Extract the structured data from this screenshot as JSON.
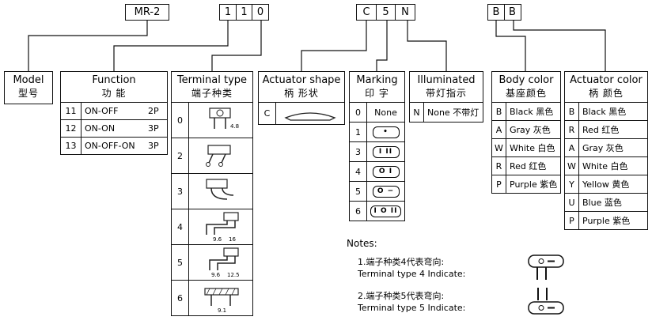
{
  "code": {
    "model": "MR-2",
    "group1": [
      "1",
      "1",
      "0"
    ],
    "group2": [
      "C",
      "5",
      "N"
    ],
    "group3": [
      "B",
      "B"
    ]
  },
  "model_table": {
    "title": "Model",
    "title_zh": "型号"
  },
  "function_table": {
    "title": "Function",
    "title_zh": "功 能",
    "rows": [
      {
        "code": "11",
        "label": "ON-OFF",
        "poles": "2P"
      },
      {
        "code": "12",
        "label": "ON-ON",
        "poles": "3P"
      },
      {
        "code": "13",
        "label": "ON-OFF-ON",
        "poles": "3P"
      }
    ]
  },
  "terminal_table": {
    "title": "Terminal type",
    "title_zh": "端子种类",
    "rows": [
      {
        "code": "0",
        "dims": [
          "4.8"
        ]
      },
      {
        "code": "2",
        "dims": []
      },
      {
        "code": "3",
        "dims": []
      },
      {
        "code": "4",
        "dims": [
          "9.6",
          "16"
        ]
      },
      {
        "code": "5",
        "dims": [
          "9.6",
          "12.5"
        ]
      },
      {
        "code": "6",
        "dims": [
          "9.1"
        ]
      }
    ]
  },
  "actuator_shape_table": {
    "title": "Actuator shape",
    "title_zh": "柄 形状",
    "rows": [
      {
        "code": "C"
      }
    ]
  },
  "marking_table": {
    "title": "Marking",
    "title_zh": "印 字",
    "rows": [
      {
        "code": "0",
        "symbol": "None"
      },
      {
        "code": "1",
        "symbol": "•"
      },
      {
        "code": "3",
        "symbol": "I II"
      },
      {
        "code": "4",
        "symbol": "O I"
      },
      {
        "code": "5",
        "symbol": "O −"
      },
      {
        "code": "6",
        "symbol": "I O II"
      }
    ]
  },
  "illuminated_table": {
    "title": "Illuminated",
    "title_zh": "带灯指示",
    "rows": [
      {
        "code": "N",
        "label": "None 不带灯"
      }
    ]
  },
  "body_color_table": {
    "title": "Body color",
    "title_zh": "基座颜色",
    "rows": [
      {
        "code": "B",
        "label": "Black 黑色"
      },
      {
        "code": "A",
        "label": "Gray 灰色"
      },
      {
        "code": "W",
        "label": "White 白色"
      },
      {
        "code": "R",
        "label": "Red 红色"
      },
      {
        "code": "P",
        "label": "Purple 紫色"
      }
    ]
  },
  "actuator_color_table": {
    "title": "Actuator color",
    "title_zh": "柄 颜色",
    "rows": [
      {
        "code": "B",
        "label": "Black 黑色"
      },
      {
        "code": "R",
        "label": "Red 红色"
      },
      {
        "code": "A",
        "label": "Gray 灰色"
      },
      {
        "code": "W",
        "label": "White 白色"
      },
      {
        "code": "Y",
        "label": "Yellow 黄色"
      },
      {
        "code": "U",
        "label": "Blue 蓝色"
      },
      {
        "code": "P",
        "label": "Purple 紫色"
      }
    ]
  },
  "notes": {
    "title": "Notes:",
    "note1_zh": "1.端子种类4代表弯向:",
    "note1_en": "Terminal type 4 Indicate:",
    "note2_zh": "2.端子种类5代表弯向:",
    "note2_en": "Terminal type 5 Indicate:"
  }
}
